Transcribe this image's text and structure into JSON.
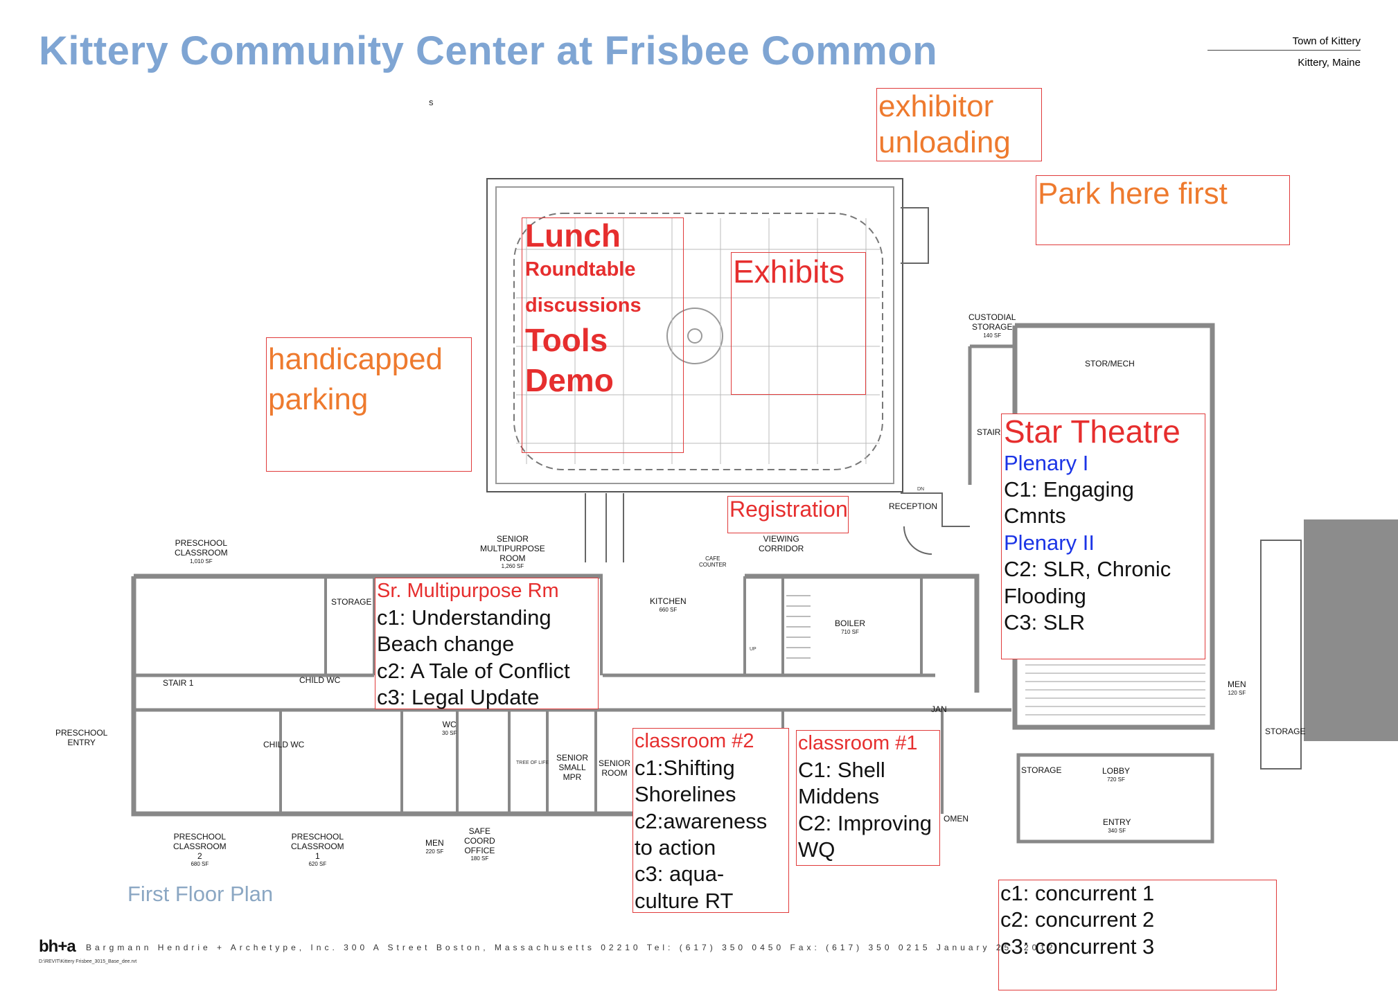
{
  "header": {
    "title": "Kittery Community Center at Frisbee Common",
    "owner_line1": "Town of Kittery",
    "owner_line2": "Kittery, Maine",
    "stray_mark": "s"
  },
  "annotations": {
    "exhibitor": [
      "exhibitor",
      "unloading"
    ],
    "park_first": "Park here first",
    "handicapped": [
      "handicapped",
      "parking"
    ],
    "lunch": {
      "title": "Lunch",
      "line2": "Roundtable",
      "line3": "discussions",
      "line4": "Tools",
      "line5": "Demo"
    },
    "exhibits": "Exhibits",
    "registration": "Registration",
    "star_theatre": {
      "title": "Star Theatre",
      "plenary1": "Plenary I",
      "c1a": "C1: Engaging",
      "c1b": "Cmnts",
      "plenary2": "Plenary II",
      "c2a": "C2: SLR, Chronic",
      "c2b": "Flooding",
      "c3": "C3: SLR"
    },
    "sr_multipurpose": {
      "title": "Sr. Multipurpose Rm",
      "l1": "c1: Understanding",
      "l2": "Beach change",
      "l3": "c2: A Tale of Conflict",
      "l4": "c3: Legal Update"
    },
    "classroom2": {
      "title": "classroom #2",
      "l1": "c1:Shifting",
      "l2": "Shorelines",
      "l3": "c2:awareness",
      "l4": "to action",
      "l5": "c3: aqua-",
      "l6": "culture RT"
    },
    "classroom1": {
      "title": "classroom #1",
      "l1": "C1: Shell",
      "l2": "Middens",
      "l3": "C2: Improving",
      "l4": "WQ"
    },
    "legend": {
      "l1": "c1: concurrent 1",
      "l2": "c2: concurrent 2",
      "l3": "c3: concurrent 3"
    }
  },
  "rooms": {
    "preschool_classroom_top": {
      "name": [
        "PRESCHOOL",
        "CLASSROOM"
      ],
      "area": "1,010 SF"
    },
    "senior_mpr": {
      "name": [
        "SENIOR",
        "MULTIPURPOSE",
        "ROOM"
      ],
      "area": "1,260 SF"
    },
    "viewing_corridor": [
      "VIEWING",
      "CORRIDOR"
    ],
    "cafe_counter": [
      "CAFE",
      "COUNTER"
    ],
    "custodial_storage": {
      "name": [
        "CUSTODIAL",
        "STORAGE"
      ],
      "area": "140 SF"
    },
    "stor_mech": "STOR/MECH",
    "stair": "STAIR",
    "reception": "RECEPTION",
    "storage_left": "STORAGE",
    "kitchen": {
      "name": "KITCHEN",
      "area": "660 SF"
    },
    "boiler": {
      "name": "BOILER",
      "area": "710 SF"
    },
    "child_wc_top": "CHILD WC",
    "stair1": "STAIR 1",
    "preschool_entry": [
      "PRESCHOOL",
      "ENTRY"
    ],
    "child_wc_bottom": "CHILD WC",
    "wc": {
      "name": "WC",
      "area": "30 SF"
    },
    "tree_of_life": "TREE OF LIFE",
    "senior_small_mpr": [
      "SENIOR",
      "SMALL",
      "MPR"
    ],
    "senior_room": [
      "SENIOR",
      "ROOM"
    ],
    "jan": "JAN",
    "men_right": {
      "name": "MEN",
      "area": "120 SF"
    },
    "storage_right": "STORAGE",
    "storage_lobby": "STORAGE",
    "lobby": {
      "name": "LOBBY",
      "area": "720 SF"
    },
    "entry": {
      "name": "ENTRY",
      "area": "340 SF"
    },
    "women": "OMEN",
    "preschool2": {
      "name": [
        "PRESCHOOL",
        "CLASSROOM",
        "2"
      ],
      "area": "680 SF"
    },
    "preschool1": {
      "name": [
        "PRESCHOOL",
        "CLASSROOM",
        "1"
      ],
      "area": "620 SF"
    },
    "men_bottom": {
      "name": "MEN",
      "area": "220 SF"
    },
    "safe_coord": {
      "name": [
        "SAFE",
        "COORD",
        "OFFICE"
      ],
      "area": "180 SF"
    },
    "dn": "DN",
    "up": "UP"
  },
  "plan_label": "First Floor Plan",
  "footer": {
    "logo": "bh+a",
    "text": "Bargmann Hendrie + Archetype, Inc.   300 A Street   Boston, Massachusetts 02210   Tel: (617) 350 0450   Fax: (617) 350 0215   January 25, 2012",
    "filepath": "D:\\REVIT\\Kittery Frisbee_3015_Base_dee.rvt"
  },
  "colors": {
    "title": "#7fa5d3",
    "annotation_red": "#e62e2e",
    "annotation_orange": "#ee7a2e",
    "plenary_blue": "#1c35e6",
    "plan_label": "#8ba7c3",
    "wall_gray": "#8c8c8c"
  }
}
